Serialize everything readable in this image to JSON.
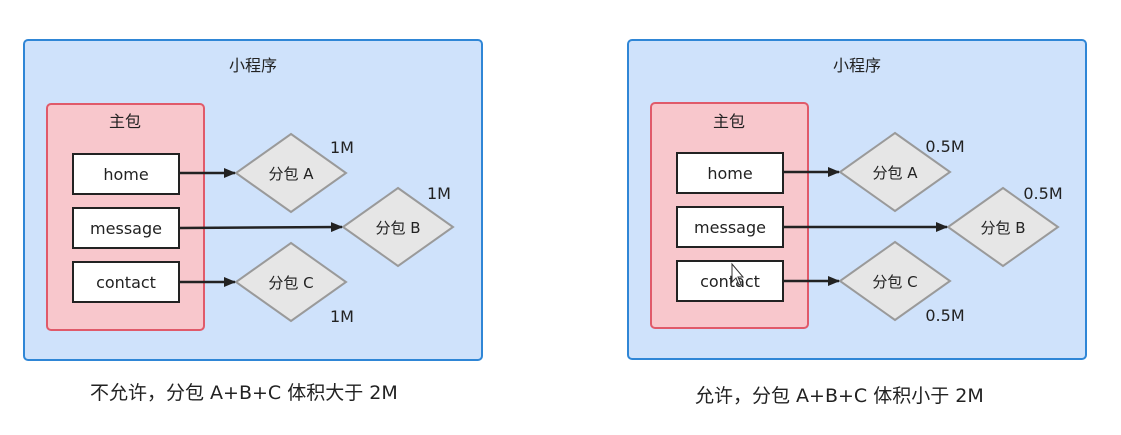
{
  "panels": [
    {
      "title": "小程序",
      "main_package": "主包",
      "pages": [
        "home",
        "message",
        "contact"
      ],
      "subpackages": [
        {
          "label": "分包 A",
          "size": "1M"
        },
        {
          "label": "分包 B",
          "size": "1M"
        },
        {
          "label": "分包 C",
          "size": "1M"
        }
      ],
      "caption": "不允许，分包 A+B+C 体积大于 2M"
    },
    {
      "title": "小程序",
      "main_package": "主包",
      "pages": [
        "home",
        "message",
        "contact"
      ],
      "subpackages": [
        {
          "label": "分包 A",
          "size": "0.5M"
        },
        {
          "label": "分包 B",
          "size": "0.5M"
        },
        {
          "label": "分包 C",
          "size": "0.5M"
        }
      ],
      "caption": "允许，分包 A+B+C 体积小于 2M"
    }
  ],
  "colors": {
    "container_fill": "#cfe2fb",
    "container_stroke": "#2f86d6",
    "main_fill": "#f8c7cc",
    "main_stroke": "#e05a6a",
    "page_fill": "#ffffff",
    "page_stroke": "#222222",
    "diamond_fill": "#e6e6e6",
    "diamond_stroke": "#9a9a9a",
    "arrow": "#222222"
  }
}
